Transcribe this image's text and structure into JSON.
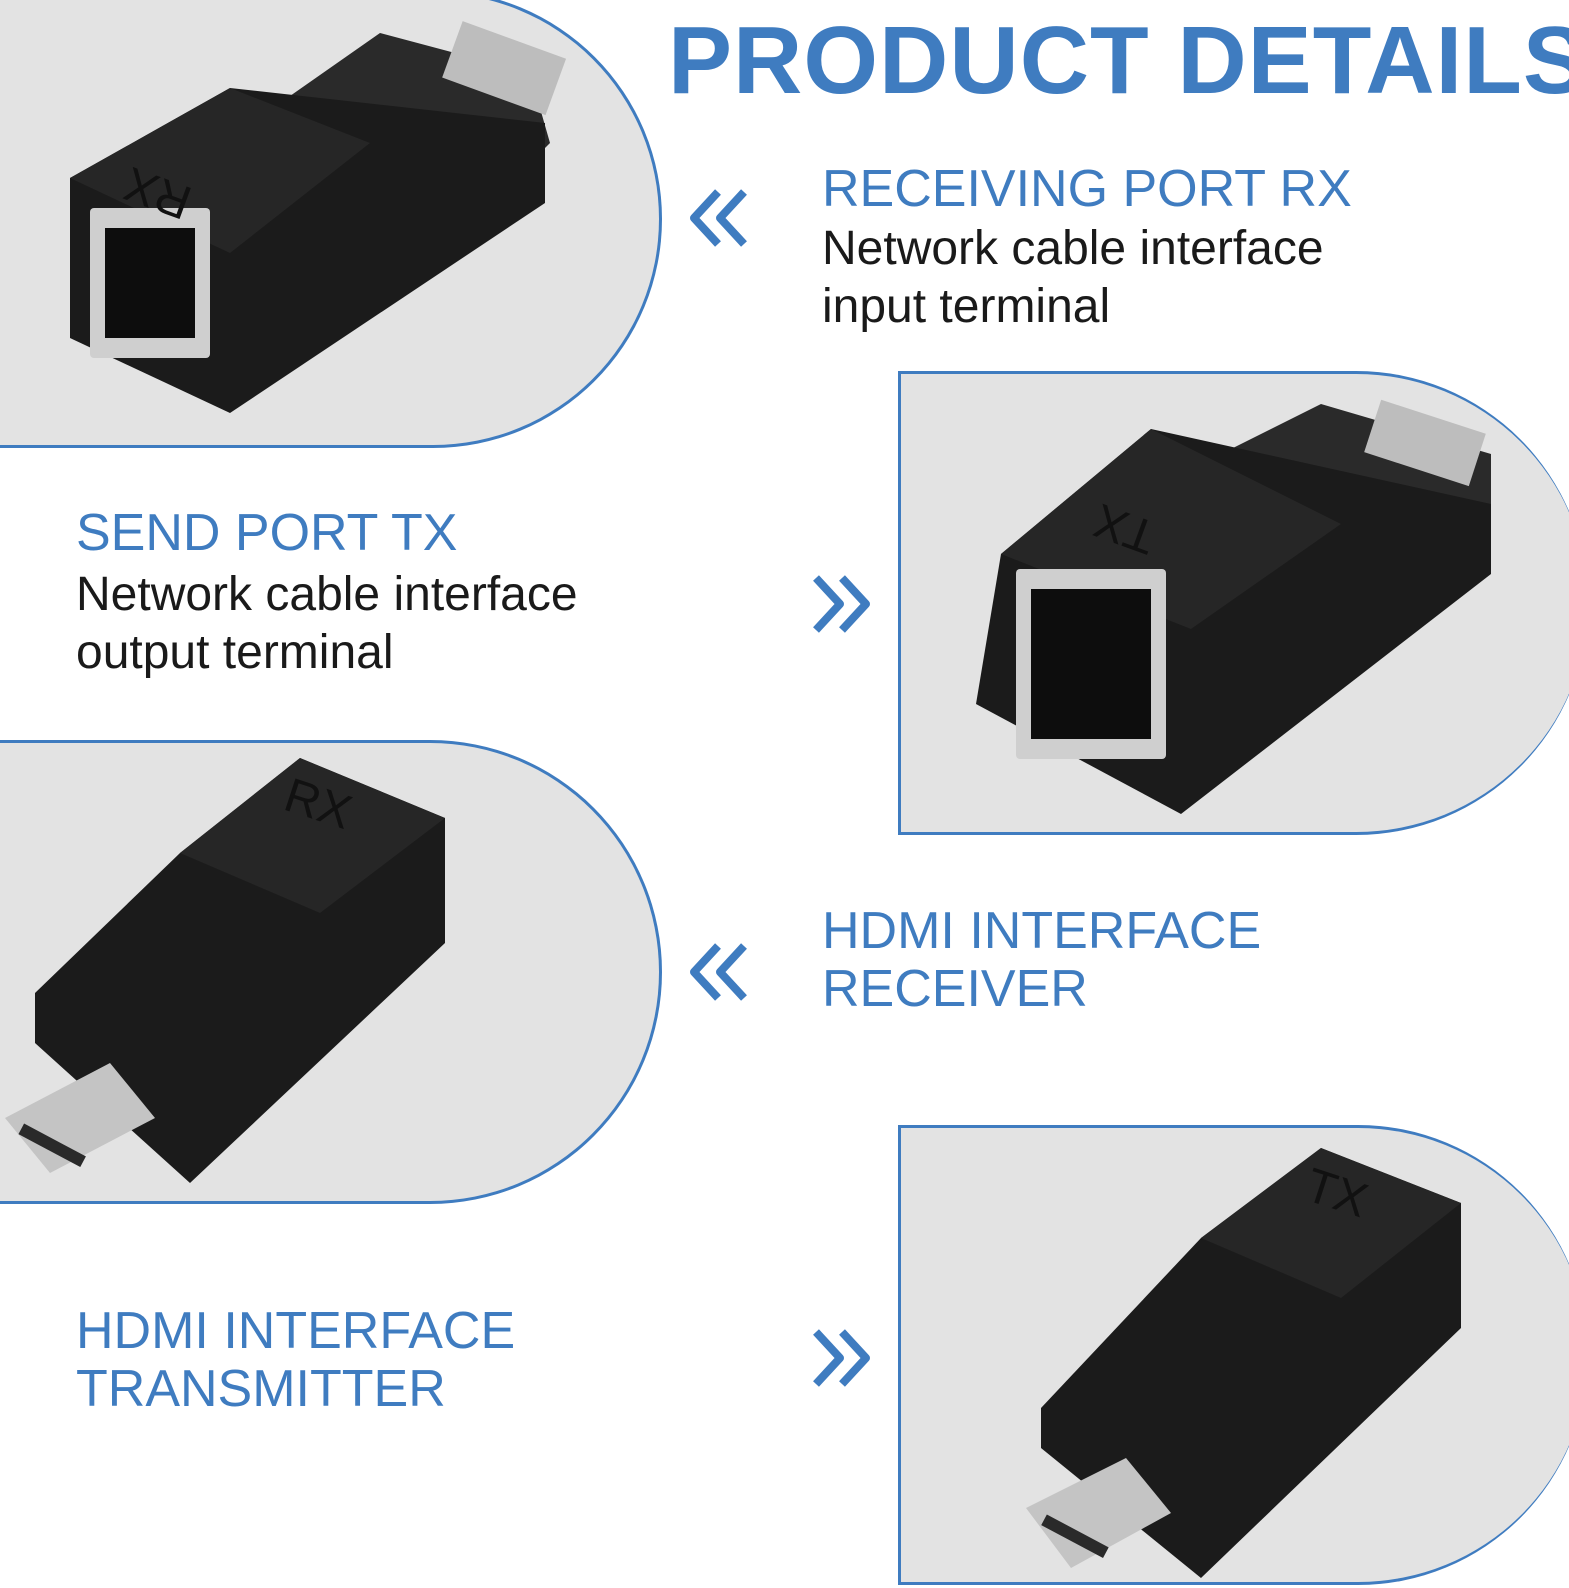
{
  "title": "PRODUCT DETAILS",
  "colors": {
    "accent": "#3f7cc0",
    "panel": "#e3e3e3",
    "device": "#1b1b1b"
  },
  "sections": [
    {
      "heading": "RECEIVING PORT RX",
      "desc_line1": "Network cable interface",
      "desc_line2": "input terminal",
      "arrow": "chevron-double-left-icon"
    },
    {
      "heading": "SEND PORT TX",
      "desc_line1": "Network cable interface",
      "desc_line2": "output terminal",
      "arrow": "chevron-double-right-icon"
    },
    {
      "heading_line1": "HDMI INTERFACE",
      "heading_line2": "RECEIVER",
      "arrow": "chevron-double-left-icon"
    },
    {
      "heading_line1": "HDMI INTERFACE",
      "heading_line2": "TRANSMITTER",
      "arrow": "chevron-double-right-icon"
    }
  ],
  "device_labels": {
    "rx": "RX",
    "tx": "TX"
  }
}
